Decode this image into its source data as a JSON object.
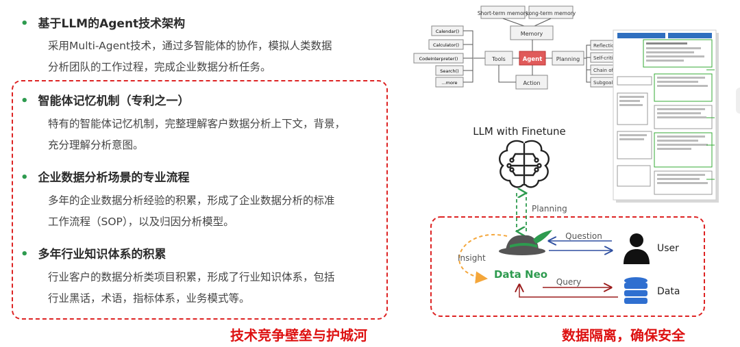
{
  "left": {
    "items": [
      {
        "title": "基于LLM的Agent技术架构",
        "lines": [
          "采用Multi-Agent技术，通过多智能体的协作，模拟人类数据",
          "分析团队的工作过程，完成企业数据分析任务。"
        ]
      },
      {
        "title": "智能体记忆机制（专利之一）",
        "lines": [
          "特有的智能体记忆机制，完整理解客户数据分析上下文，背景，",
          "充分理解分析意图。"
        ]
      },
      {
        "title": "企业数据分析场景的专业流程",
        "lines": [
          "多年的企业数据分析经验的积累，形成了企业数据分析的标准",
          "工作流程（SOP），以及归因分析模型。"
        ]
      },
      {
        "title": "多年行业知识体系的积累",
        "lines": [
          "行业客户的数据分析类项目积累，形成了行业知识体系，包括",
          "行业黑话，术语，指标体系，业务模式等。"
        ]
      }
    ],
    "tagline": "技术竞争壁垒与护城河"
  },
  "agent_diagram": {
    "short_term_memory": "Short-term memory",
    "long_term_memory": "Long-term memory",
    "memory": "Memory",
    "tools": "Tools",
    "agent": "Agent",
    "planning": "Planning",
    "action": "Action",
    "tool_items": [
      "Calendar()",
      "Calculator()",
      "CodeInterpreter()",
      "Search()",
      "...more"
    ],
    "planning_items": [
      "Reflection",
      "Self-critics",
      "Chain of thoughts",
      "Subgoal decomposition"
    ]
  },
  "flow": {
    "llm_title": "LLM with Finetune",
    "planning_label": "Planning",
    "insight_label": "Insight",
    "brand": "Data Neo",
    "question_label": "Question",
    "query_label": "Query",
    "user_label": "User",
    "data_label": "Data",
    "tagline": "数据隔离，确保安全"
  },
  "colors": {
    "accent_green": "#2e9b4f",
    "accent_red": "#d11",
    "agent_fill": "#e05a5a",
    "flow_blue": "#2f4fa0",
    "flow_darkred": "#9b1c1c",
    "insight_orange": "#f4a63a"
  }
}
